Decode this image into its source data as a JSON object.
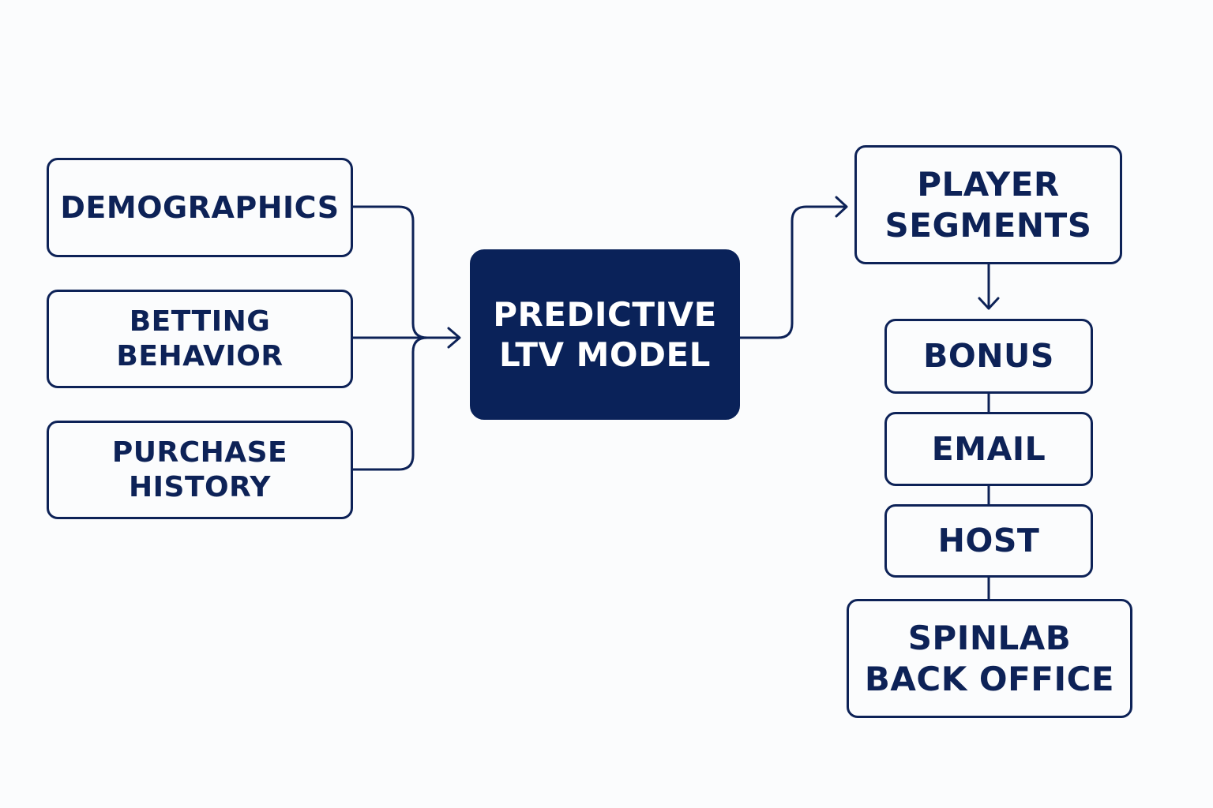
{
  "colors": {
    "navy": "#0d2257",
    "model_fill": "#0a2259",
    "background": "#fbfcfd",
    "model_text": "#ffffff"
  },
  "inputs": {
    "demographics": "DEMOGRAPHICS",
    "betting_behavior": "BETTING BEHAVIOR",
    "purchase_history": "PURCHASE HISTORY"
  },
  "model": {
    "label": "PREDICTIVE\nLTV MODEL"
  },
  "outputs": {
    "player_segments": "PLAYER\nSEGMENTS",
    "bonus": "BONUS",
    "email": "EMAIL",
    "host": "HOST",
    "back_office": "SPINLAB\nBACK OFFICE"
  },
  "edges": [
    {
      "from": "demographics",
      "to": "model"
    },
    {
      "from": "betting_behavior",
      "to": "model"
    },
    {
      "from": "purchase_history",
      "to": "model"
    },
    {
      "from": "model",
      "to": "player_segments"
    },
    {
      "from": "player_segments",
      "to": "bonus"
    },
    {
      "from": "bonus",
      "to": "email"
    },
    {
      "from": "email",
      "to": "host"
    },
    {
      "from": "host",
      "to": "back_office"
    }
  ]
}
